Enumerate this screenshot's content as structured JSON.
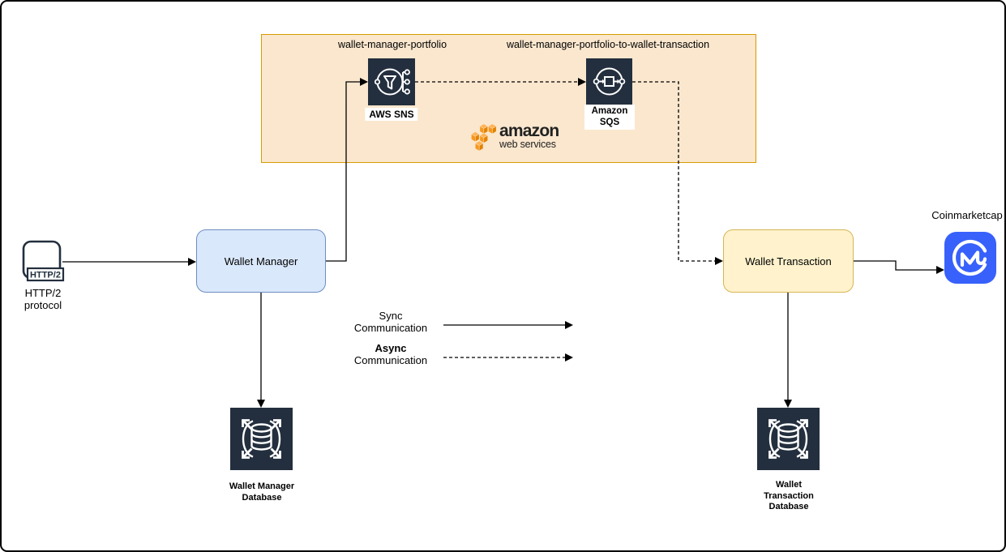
{
  "aws_region": {
    "sns_topic_label": "wallet-manager-portfolio",
    "sqs_queue_label": "wallet-manager-portfolio-to-wallet-transaction",
    "sns_caption": "AWS SNS",
    "sqs_caption": "Amazon SQS",
    "logo_title": "amazon",
    "logo_subtitle": "web services"
  },
  "nodes": {
    "http2": {
      "badge": "HTTP/2",
      "label": "HTTP/2\nprotocol"
    },
    "wallet_manager": {
      "label": "Wallet Manager"
    },
    "wallet_manager_db": {
      "label": "Wallet Manager\nDatabase"
    },
    "wallet_transaction": {
      "label": "Wallet Transaction"
    },
    "wallet_transaction_db": {
      "label": "Wallet\nTransaction\nDatabase"
    },
    "coinmarketcap": {
      "label": "Coinmarketcap"
    }
  },
  "legend": {
    "sync_title": "Sync",
    "sync_subtitle": "Communication",
    "async_title": "Async",
    "async_subtitle": "Communication"
  },
  "colors": {
    "aws_region_fill": "#FAE7CE",
    "aws_region_border": "#D79B00",
    "aws_icon_dark": "#232F3E",
    "wallet_manager_fill": "#DAE8FC",
    "wallet_manager_border": "#6C8EBF",
    "wallet_transaction_fill": "#FFF2CC",
    "wallet_transaction_border": "#D6B656",
    "coinmarketcap_blue": "#3861FB",
    "amazon_orange": "#F7981D",
    "connector_line": "#000000"
  }
}
